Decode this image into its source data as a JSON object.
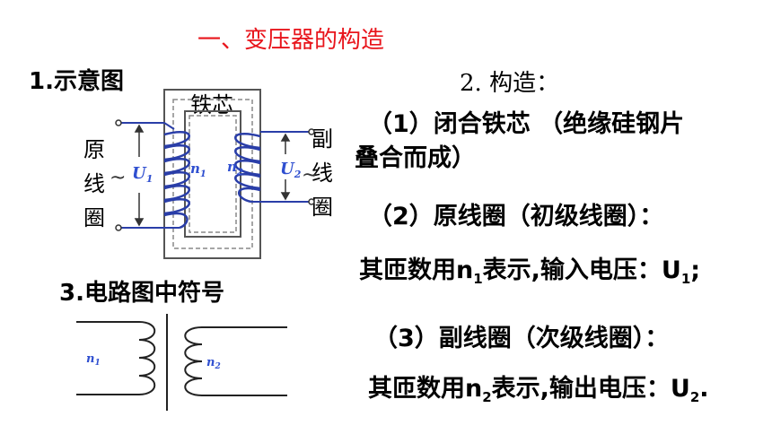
{
  "title": "一、变压器的构造",
  "section1": {
    "heading": "1.示意图"
  },
  "diagram1": {
    "core_label": "铁芯",
    "primary_label": [
      "原",
      "线",
      "圈"
    ],
    "secondary_label": [
      "副",
      "线",
      "圈"
    ],
    "u1": {
      "main": "U",
      "sub": "1"
    },
    "u2": {
      "main": "U",
      "sub": "2"
    },
    "n1": {
      "main": "n",
      "sub": "1"
    },
    "n2": {
      "main": "n",
      "sub": "2"
    }
  },
  "section3": {
    "heading": "3.电路图中符号"
  },
  "symbol": {
    "n1": {
      "main": "n",
      "sub": "1"
    },
    "n2": {
      "main": "n",
      "sub": "2"
    }
  },
  "section2": {
    "heading": "2. 构造：",
    "item1_line1": "（1）闭合铁芯 （绝缘硅钢片",
    "item1_line2": "叠合而成）",
    "item2": "（2）原线圈（初级线圈）：",
    "item2_desc": {
      "prefix": "其匝数用n",
      "sub1": "1",
      "middle": "表示,输入电压：U",
      "sub2": "1",
      "suffix": ";"
    },
    "item3": "（3）副线圈（次级线圈）：",
    "item3_desc": {
      "prefix": "其匝数用n",
      "sub1": "2",
      "middle": "表示,输出电压：U",
      "sub2": "2",
      "suffix": "."
    }
  }
}
